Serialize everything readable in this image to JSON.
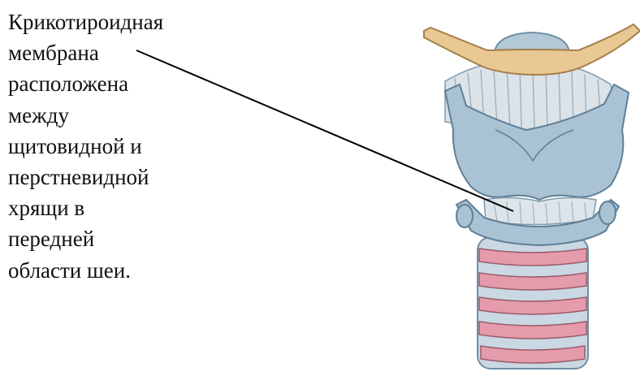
{
  "caption": {
    "lines": [
      "Крикотироидная",
      "мембрана",
      "расположена",
      "между",
      "щитовидной и",
      "перстневидной",
      "хрящи в",
      "передней",
      "области шеи."
    ]
  },
  "colors": {
    "text": "#111111",
    "leader_line": "#000000",
    "hyoid_bone": "#e9c894",
    "cartilage": "#a9c2d4",
    "cartilage_outline": "#5f7f96",
    "membrane": "#dbe3e8",
    "trachea_ring": "#e59bab",
    "background": "#ffffff"
  },
  "icons": {
    "anatomy": "larynx-anterior-view-illustration"
  }
}
